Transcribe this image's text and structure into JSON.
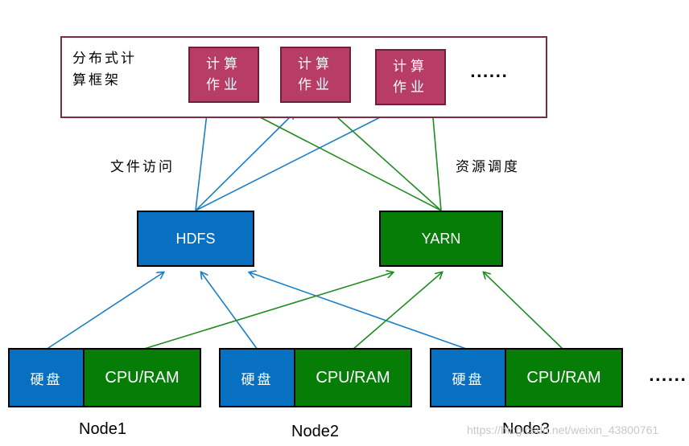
{
  "framework": {
    "title": "分布式计\n算框架",
    "jobs": [
      "计算\n作业",
      "计算\n作业",
      "计算\n作业"
    ],
    "more": "......"
  },
  "labels": {
    "file_access": "文件访问",
    "scheduling": "资源调度"
  },
  "services": {
    "hdfs": "HDFS",
    "yarn": "YARN"
  },
  "nodes": [
    {
      "name": "Node1",
      "disk": "硬盘",
      "compute": "CPU/RAM"
    },
    {
      "name": "Node2",
      "disk": "硬盘",
      "compute": "CPU/RAM"
    },
    {
      "name": "Node3",
      "disk": "硬盘",
      "compute": "CPU/RAM"
    }
  ],
  "nodes_more": "......",
  "watermark": "https://blog.csdn.net/weixin_43800761",
  "colors": {
    "job_fill": "#b83d66",
    "framework_border": "#7a2b48",
    "hdfs_blue": "#0870c0",
    "yarn_green": "#067d06",
    "arrow_blue": "#1a7fc8",
    "arrow_green": "#1f8c1f"
  }
}
